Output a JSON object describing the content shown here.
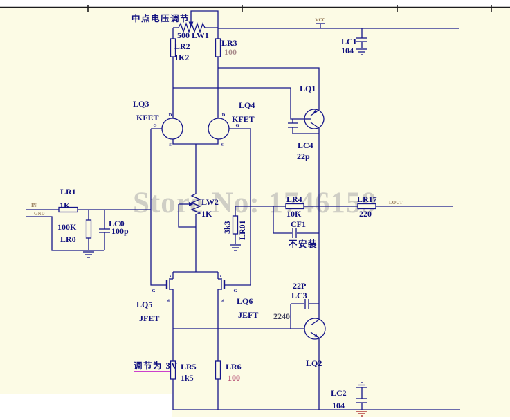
{
  "watermark": "Store No: 1746159",
  "colors": {
    "background": "#FCFBE5",
    "wire": "#16168B",
    "label": "#10107E",
    "red_ground": "#B03030",
    "magenta_underline": "#CC3FCC",
    "muted_value": "#A98B8B",
    "port_text": "#9A8060",
    "watermark_gray": "#ABABAB"
  },
  "power": {
    "vcc_label": "VCC",
    "lc1_ref": "LC1",
    "lc1_val": "104",
    "lc2_ref": "LC2",
    "lc2_val": "104"
  },
  "top_section": {
    "note": "中点电压调节",
    "lw1": "500  LW1",
    "lr2_ref": "LR2",
    "lr2_val": "1K2",
    "lr3_ref": "LR3",
    "lr3_val": "100"
  },
  "diff_pair": {
    "lq3_ref": "LQ3",
    "lq3_type": "KFET",
    "lq4_ref": "LQ4",
    "lq4_type": "KFET",
    "term_d": "D",
    "term_g": "G",
    "term_s": "S"
  },
  "vas": {
    "lq1_ref": "LQ1",
    "lc4_ref": "LC4",
    "lc4_val": "22p"
  },
  "input": {
    "port_in": "IN",
    "port_gnd": "GND",
    "lr1_ref": "LR1",
    "lr1_val": "1K",
    "lr0_val": "100K",
    "lr0_ref": "LR0",
    "lc0_ref": "LC0",
    "lc0_val": "100p"
  },
  "mid": {
    "lw2_ref": "LW2",
    "lw2_val": "1K",
    "r3k3_val": "3k3",
    "lr01_ref": "LR01"
  },
  "output": {
    "lr4_ref": "LR4",
    "lr4_val": "10K",
    "cf1_ref": "CF1",
    "cf1_note": "不安装",
    "lr17_ref": "LR17",
    "lr17_val": "220",
    "port_out": "LOUT"
  },
  "lower": {
    "lc3_val": "22P",
    "lc3_ref": "LC3",
    "part": "2240",
    "lq2_ref": "LQ2",
    "lq5_ref": "LQ5",
    "lq5_type": "JFET",
    "lq6_ref": "LQ6",
    "lq6_type": "JEFT",
    "term_s": "s",
    "term_g": "G",
    "term_d": "d",
    "adjust_note": "调节为 3V",
    "lr5_ref": "LR5",
    "lr5_val": "1k5",
    "lr6_ref": "LR6",
    "lr6_val": "100"
  }
}
